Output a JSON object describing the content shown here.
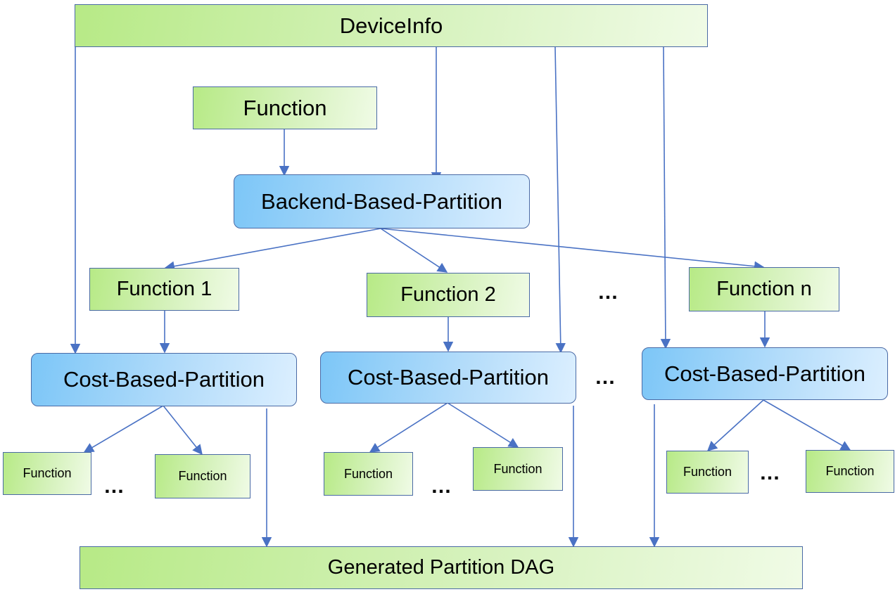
{
  "nodes": {
    "device_info": "DeviceInfo",
    "function_input": "Function",
    "backend_partition": "Backend-Based-Partition",
    "function_1": "Function 1",
    "function_2": "Function 2",
    "function_n": "Function n",
    "cost_partition_1": "Cost-Based-Partition",
    "cost_partition_2": "Cost-Based-Partition",
    "cost_partition_n": "Cost-Based-Partition",
    "sub_function_1a": "Function",
    "sub_function_1b": "Function",
    "sub_function_2a": "Function",
    "sub_function_2b": "Function",
    "sub_function_na": "Function",
    "sub_function_nb": "Function",
    "output_dag": "Generated Partition DAG"
  },
  "ellipsis": "…",
  "colors": {
    "green_box": "#b7ea86",
    "blue_box": "#7cc6f7",
    "border": "#4a6aa5",
    "arrow": "#4a72c4"
  }
}
